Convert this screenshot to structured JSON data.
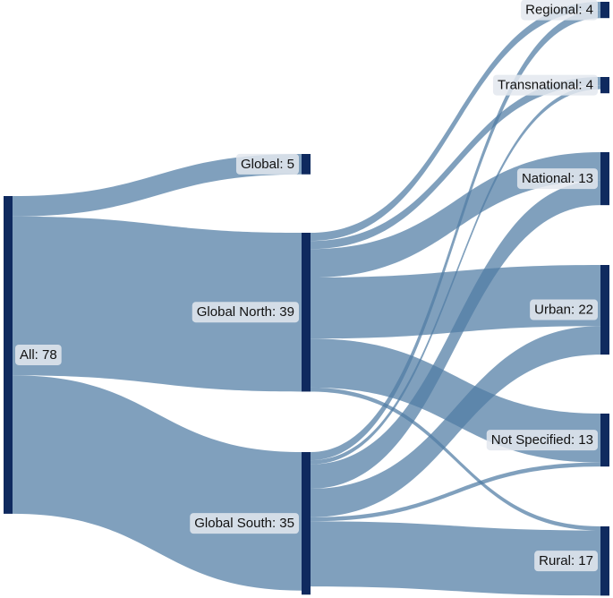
{
  "chart_data": {
    "type": "sankey",
    "title": "",
    "colors": {
      "node": "#0f2a5f",
      "link": "#4f7ba3",
      "label_bg": "#e3e8ee"
    },
    "nodes": [
      {
        "id": "all",
        "label": "All: 78",
        "value": 78,
        "column": 0
      },
      {
        "id": "global",
        "label": "Global: 5",
        "value": 5,
        "column": 1
      },
      {
        "id": "north",
        "label": "Global North: 39",
        "value": 39,
        "column": 1
      },
      {
        "id": "south",
        "label": "Global South: 35",
        "value": 35,
        "column": 1
      },
      {
        "id": "regional",
        "label": "Regional: 4",
        "value": 4,
        "column": 2
      },
      {
        "id": "transnational",
        "label": "Transnational: 4",
        "value": 4,
        "column": 2
      },
      {
        "id": "national",
        "label": "National: 13",
        "value": 13,
        "column": 2
      },
      {
        "id": "urban",
        "label": "Urban: 22",
        "value": 22,
        "column": 2
      },
      {
        "id": "notspec",
        "label": "Not Specified: 13",
        "value": 13,
        "column": 2
      },
      {
        "id": "rural",
        "label": "Rural: 17",
        "value": 17,
        "column": 2
      }
    ],
    "links": [
      {
        "source": "all",
        "target": "global",
        "value": 5
      },
      {
        "source": "all",
        "target": "north",
        "value": 39
      },
      {
        "source": "all",
        "target": "south",
        "value": 34
      },
      {
        "source": "north",
        "target": "regional",
        "value": 2
      },
      {
        "source": "north",
        "target": "transnational",
        "value": 2
      },
      {
        "source": "north",
        "target": "national",
        "value": 7
      },
      {
        "source": "north",
        "target": "urban",
        "value": 15
      },
      {
        "source": "north",
        "target": "notspec",
        "value": 12
      },
      {
        "source": "north",
        "target": "rural",
        "value": 1
      },
      {
        "source": "south",
        "target": "regional",
        "value": 2
      },
      {
        "source": "south",
        "target": "transnational",
        "value": 1
      },
      {
        "source": "south",
        "target": "national",
        "value": 6
      },
      {
        "source": "south",
        "target": "urban",
        "value": 7
      },
      {
        "source": "south",
        "target": "notspec",
        "value": 1
      },
      {
        "source": "south",
        "target": "rural",
        "value": 16
      }
    ]
  }
}
